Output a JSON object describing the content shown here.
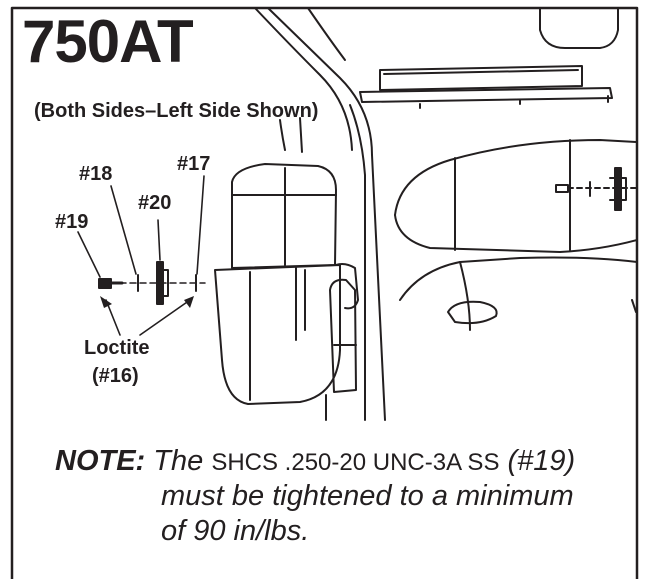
{
  "title": "750AT",
  "subtitle": "(Both Sides–Left Side Shown)",
  "parts": {
    "p17": "#17",
    "p18": "#18",
    "p19": "#19",
    "p20": "#20"
  },
  "loctite": {
    "line1": "Loctite",
    "line2": "(#16)"
  },
  "note": {
    "label": "NOTE:",
    "the": "The",
    "spec": "SHCS .250-20 UNC-3A SS",
    "ref": "(#19)",
    "line2": "must be tightened to a minimum",
    "line3": "of 90 in/lbs."
  },
  "colors": {
    "ink": "#231f20",
    "background": "#ffffff"
  }
}
